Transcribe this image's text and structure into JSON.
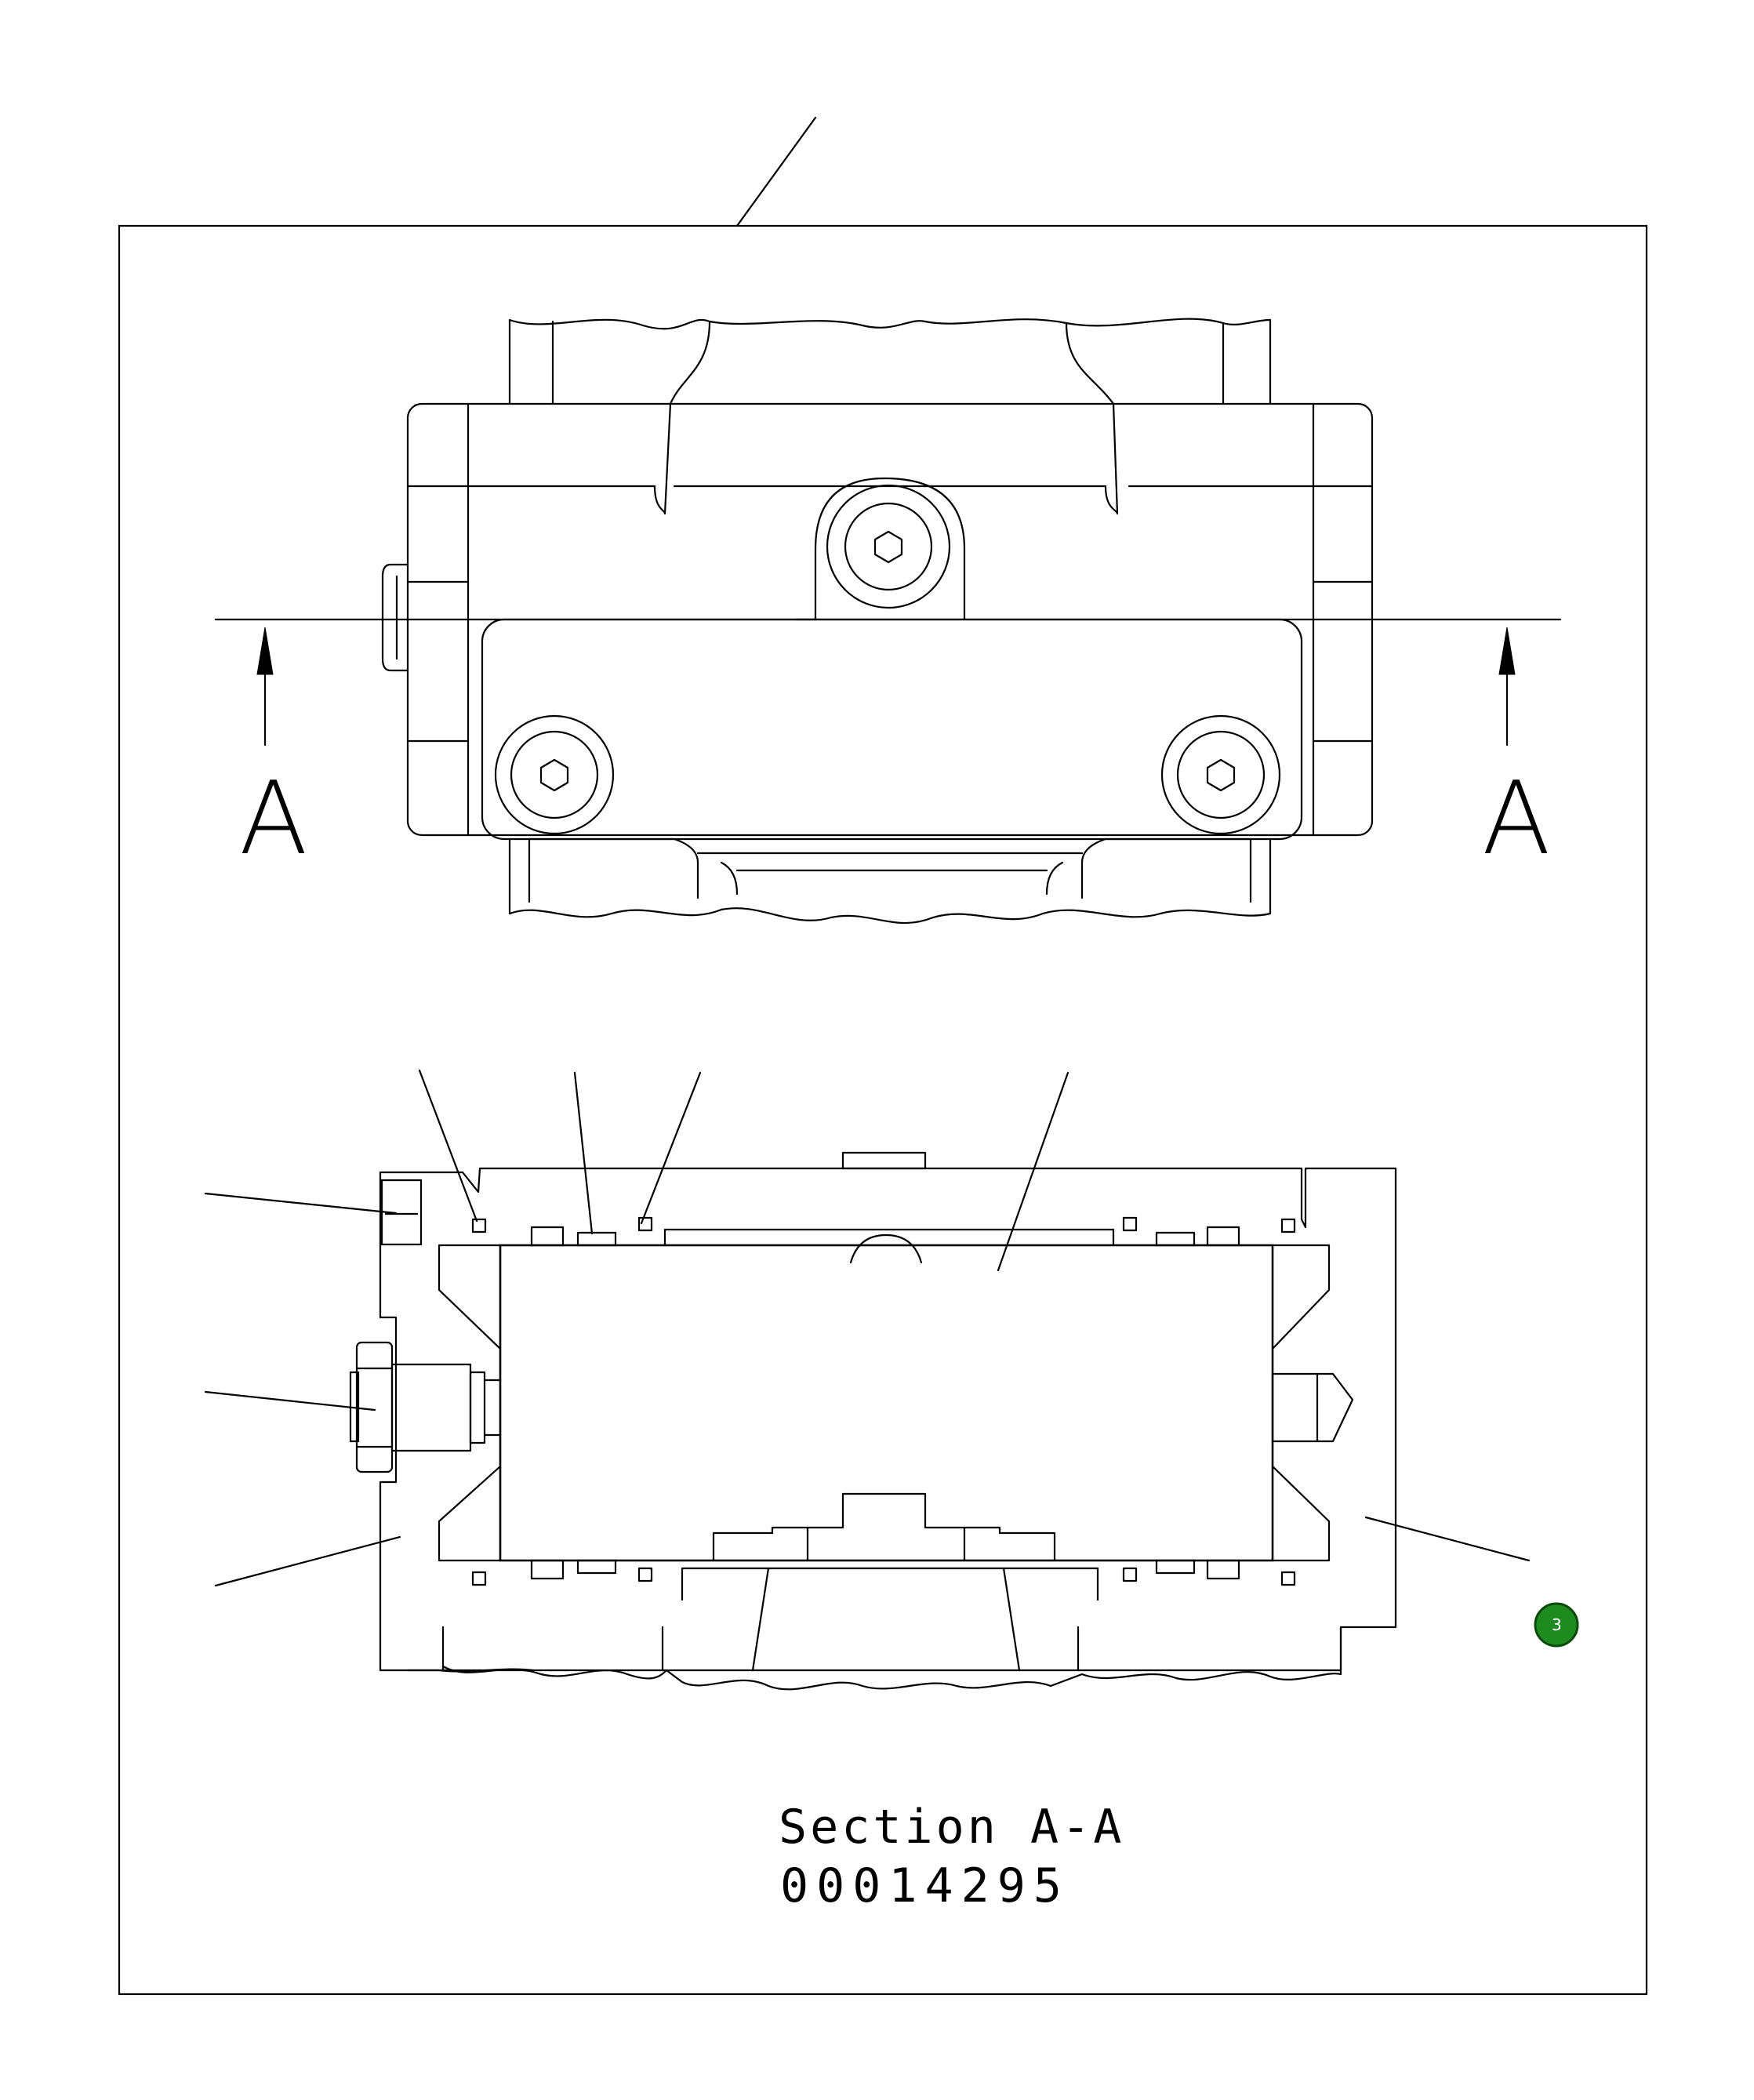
{
  "drawing": {
    "section_marks": {
      "left": "A",
      "right": "A"
    },
    "caption": "Section A-A",
    "drawing_number": "00014295",
    "badge": {
      "label": "3",
      "color": "#1f8a1f"
    }
  }
}
